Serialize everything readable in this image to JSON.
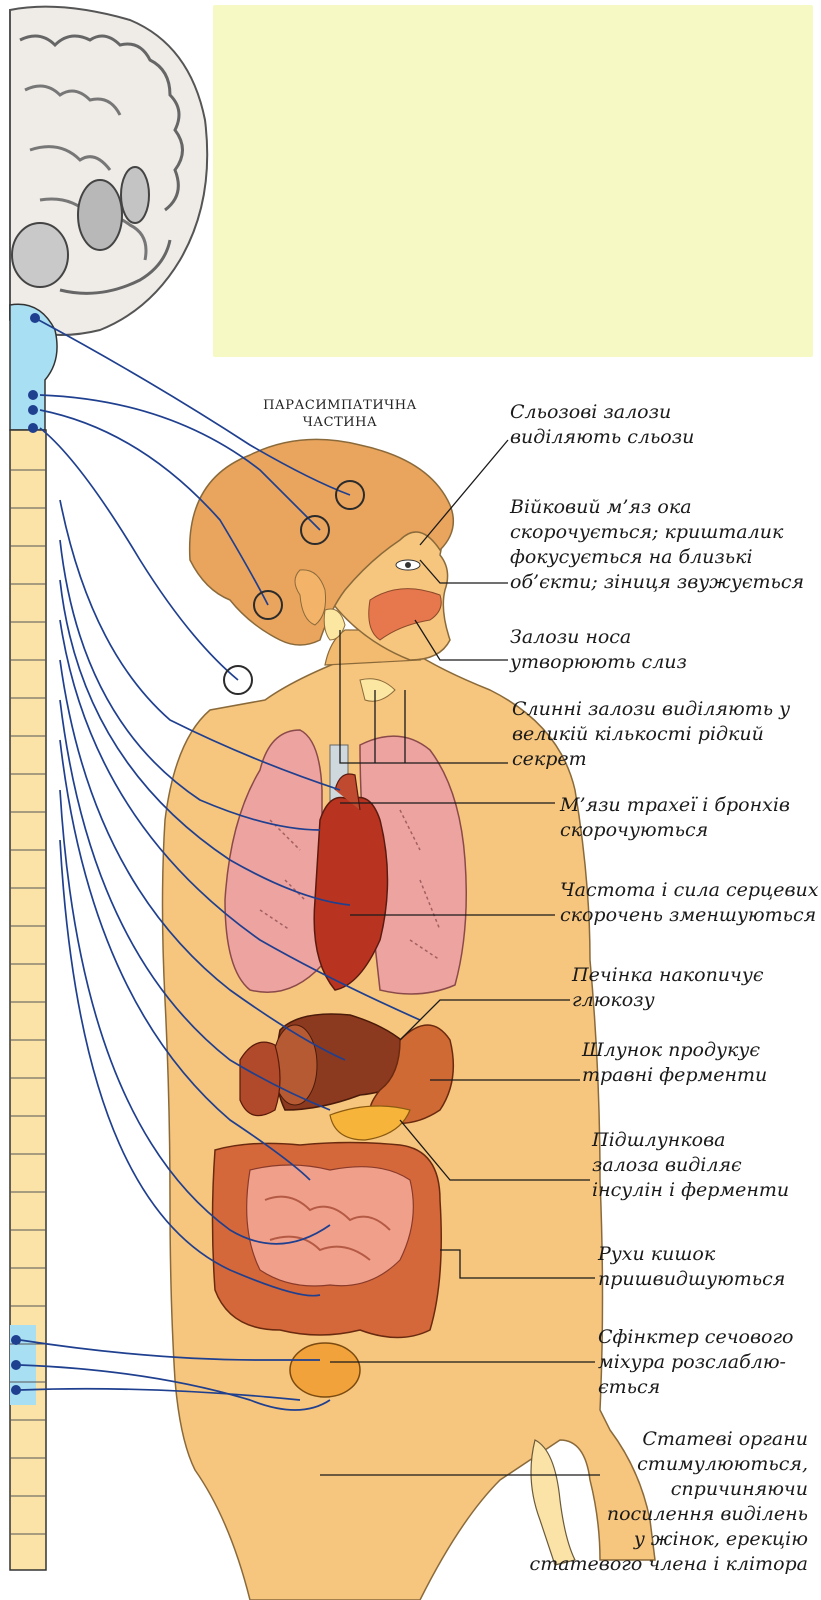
{
  "colors": {
    "note_box": "#f7f9c4",
    "nerve": "#1f3f8f",
    "skin": "#f6c57e",
    "hair": "#e9a45e",
    "lung": "#eda3a0",
    "heart": "#b93420",
    "liver": "#8c3a1f",
    "intestine": "#d4683a",
    "spine_cyan": "#a9dff2"
  },
  "part_title_lines": [
    "ПАРАСИМПАТИЧНА",
    "ЧАСТИНА"
  ],
  "labels": [
    {
      "id": "lacrimal",
      "lines": [
        "Сльозові залози",
        "виділяють сльози"
      ]
    },
    {
      "id": "ciliary",
      "lines": [
        "Війковий м’яз ока",
        "скорочується; кришталик",
        "фокусується на близькі",
        "об’єкти; зіниця звужується"
      ]
    },
    {
      "id": "nose",
      "lines": [
        "Залози носа",
        "утворюють слиз"
      ]
    },
    {
      "id": "salivary",
      "lines": [
        "Слинні залози виділяють у",
        "великій кількості рідкий",
        "секрет"
      ]
    },
    {
      "id": "trachea",
      "lines": [
        "М’язи трахеї і бронхів",
        "скорочуються"
      ]
    },
    {
      "id": "heart",
      "lines": [
        "Частота і сила серцевих",
        "скорочень зменшуються"
      ]
    },
    {
      "id": "liver",
      "lines": [
        "Печінка накопичує",
        "глюкозу"
      ]
    },
    {
      "id": "stomach",
      "lines": [
        "Шлунок продукує",
        "травні ферменти"
      ]
    },
    {
      "id": "pancreas",
      "lines": [
        "Підшлункова",
        "залоза виділяє",
        "інсулін і ферменти"
      ]
    },
    {
      "id": "intestine",
      "lines": [
        "Рухи кишок",
        "пришвидшуються"
      ]
    },
    {
      "id": "bladder",
      "lines": [
        "Сфінктер сечового",
        "міхура розслаблю-",
        "ється"
      ]
    },
    {
      "id": "genitals",
      "lines": [
        "Статеві органи",
        "стимулюються,",
        "спричиняючи",
        "посилення виділень",
        "у жінок, ерекцію",
        "статевого члена і клітора"
      ]
    }
  ]
}
